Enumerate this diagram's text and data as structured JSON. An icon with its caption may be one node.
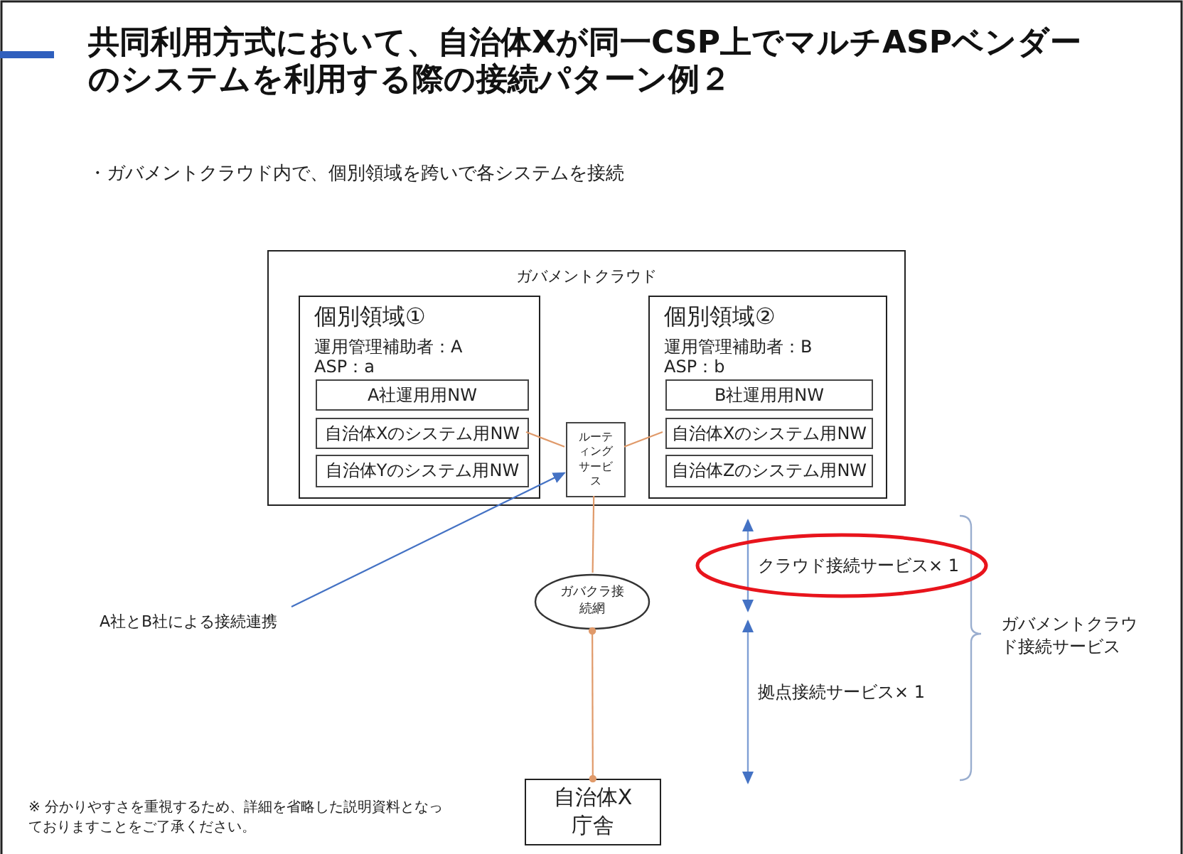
{
  "diagram": {
    "title": "共同利用方式において、自治体Xが同一CSP上でマルチASPベンダーのシステムを利用する際の接続パターン例２",
    "nodes": [
      {
        "text": [
          "ガバメントクラウド"
        ]
      },
      {
        "text": [
          "個別領域①",
          "運用管理補助者：A",
          "ASP：a"
        ],
        "in": 0
      },
      {
        "text": [
          "A社運用用NW"
        ],
        "in": 1
      },
      {
        "text": [
          "自治体Xのシステム用NW"
        ],
        "in": 1
      },
      {
        "text": [
          "自治体Yのシステム用NW"
        ],
        "in": 1
      },
      {
        "text": [
          "ルーティングサービス"
        ],
        "in": 0
      },
      {
        "text": [
          "個別領域②",
          "運用管理補助者：B",
          "ASP：b"
        ],
        "in": 0
      },
      {
        "text": [
          "B社運用用NW"
        ],
        "in": 6
      },
      {
        "text": [
          "自治体Xのシステム用NW"
        ],
        "in": 6
      },
      {
        "text": [
          "自治体Zのシステム用NW"
        ],
        "in": 6
      },
      {
        "text": [
          "A社とB社による接続連携"
        ]
      },
      {
        "text": [
          "ガバクラ接続網"
        ]
      },
      {
        "text": [
          "自治体X庁舎"
        ]
      },
      {
        "text": [
          "クラウド接続サービス× 1"
        ]
      }
    ],
    "edges": [
      {
        "from": 3,
        "to": 5,
        "arrow": "none"
      },
      {
        "from": 8,
        "to": 5,
        "arrow": "none"
      },
      {
        "from": 10,
        "to": 5,
        "arrow": "to",
        "color": "#4472c4"
      },
      {
        "from": 5,
        "to": 11,
        "arrow": "none"
      },
      {
        "from": 11,
        "to": 12,
        "arrow": "other"
      }
    ],
    "labels": [
      "・ガバメントクラウド内で、個別領域を跨いで各システムを接続",
      "拠点接続サービス× 1",
      "ガバメントクラウド接続サービス",
      "※ 分かりやすさを重視するため、詳細を省略した説明資料となっておりますことをご了承ください。"
    ]
  }
}
